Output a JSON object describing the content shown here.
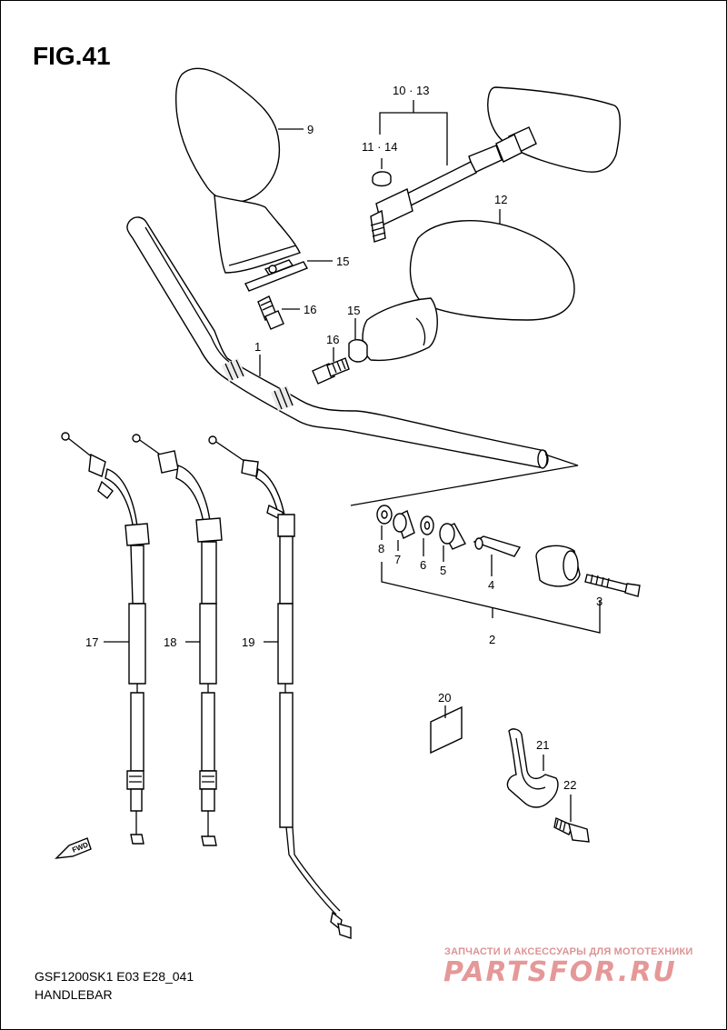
{
  "figure": {
    "title": "FIG.41"
  },
  "footer": {
    "code": "GSF1200SK1 E03 E28_041",
    "name": "HANDLEBAR"
  },
  "watermark": {
    "tagline": "ЗАПЧАСТИ И АКСЕССУАРЫ ДЛЯ МОТОТЕХНИКИ",
    "brand": "PARTSFOR.RU"
  },
  "direction_badge": "FWD",
  "callouts": {
    "c1": "1",
    "c2": "2",
    "c3": "3",
    "c4": "4",
    "c5": "5",
    "c6": "6",
    "c7": "7",
    "c8": "8",
    "c9": "9",
    "c10_13": "10 · 13",
    "c11_14": "11 · 14",
    "c12": "12",
    "c15a": "15",
    "c15b": "15",
    "c16a": "16",
    "c16b": "16",
    "c17": "17",
    "c18": "18",
    "c19": "19",
    "c20": "20",
    "c21": "21",
    "c22": "22"
  },
  "colors": {
    "line": "#000000",
    "watermark": "#d14545"
  }
}
